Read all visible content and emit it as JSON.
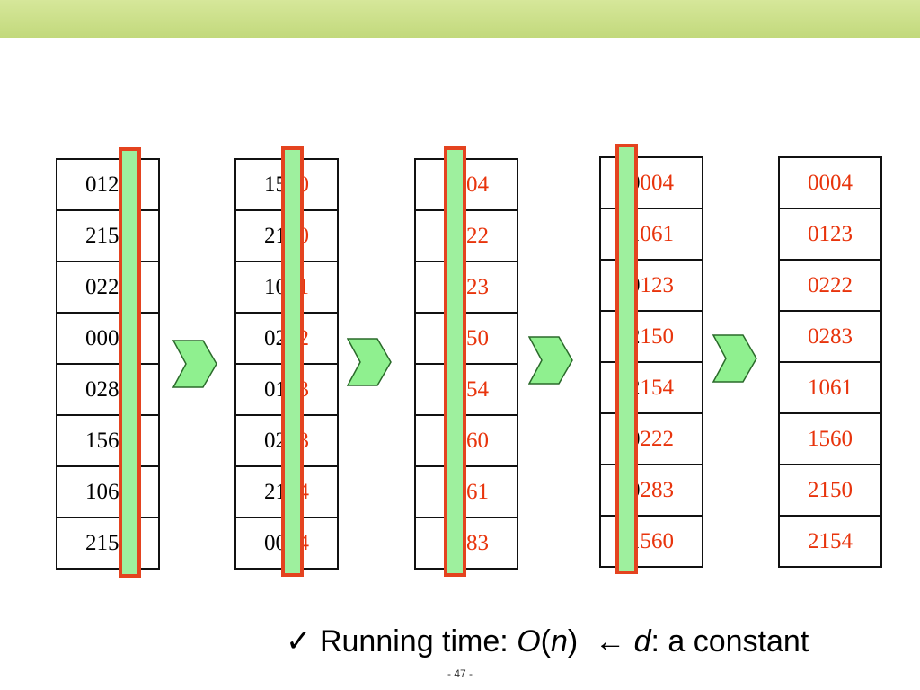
{
  "columns": [
    {
      "items": [
        "0123",
        "2154",
        "0222",
        "0004",
        "0283",
        "1560",
        "1061",
        "2150"
      ],
      "highlight_from": 4,
      "all_red": false
    },
    {
      "items": [
        "1560",
        "2150",
        "1061",
        "0222",
        "0123",
        "0283",
        "2154",
        "0004"
      ],
      "highlight_from": 3,
      "all_red": false
    },
    {
      "items": [
        "0004",
        "0222",
        "0123",
        "2150",
        "2154",
        "1560",
        "1061",
        "0283"
      ],
      "highlight_from": 2,
      "all_red": false
    },
    {
      "items": [
        "0004",
        "1061",
        "0123",
        "2150",
        "2154",
        "0222",
        "0283",
        "1560"
      ],
      "highlight_from": 1,
      "all_red": false
    },
    {
      "items": [
        "0004",
        "0123",
        "0222",
        "0283",
        "1061",
        "1560",
        "2150",
        "2154"
      ],
      "highlight_from": 0,
      "all_red": true
    }
  ],
  "caption": {
    "check": "✓",
    "prefix": "Running time: ",
    "o": "O",
    "open": "(",
    "n": "n",
    "close": ")",
    "arrow": "←",
    "d": "d",
    "suffix": ": a constant"
  },
  "page_number": "- 47 -",
  "colors": {
    "highlight_text": "#e8340c",
    "band_fill": "#9ef09e",
    "band_border": "#e4431f",
    "arrow_fill": "#8ff08f",
    "topbar": "#c8dc84"
  }
}
